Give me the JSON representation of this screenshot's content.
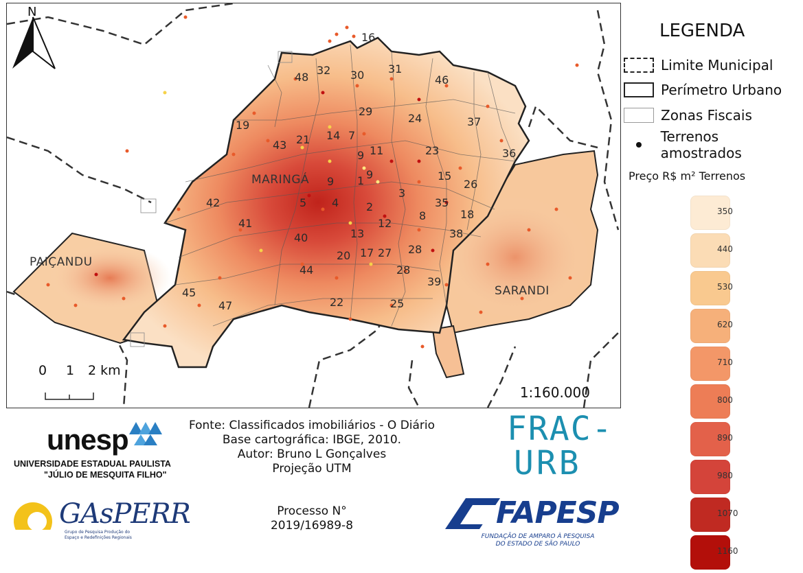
{
  "map": {
    "north_label": "N",
    "cities": [
      "MARINGÁ",
      "PAIÇANDU",
      "SARANDI"
    ],
    "zones": [
      "16",
      "32",
      "30",
      "31",
      "48",
      "46",
      "29",
      "24",
      "37",
      "19",
      "21",
      "14",
      "7",
      "43",
      "11",
      "23",
      "36",
      "9",
      "1",
      "9",
      "15",
      "26",
      "42",
      "5",
      "4",
      "2",
      "3",
      "35",
      "18",
      "41",
      "12",
      "8",
      "40",
      "13",
      "38",
      "28",
      "20",
      "17",
      "27",
      "44",
      "28",
      "39",
      "45",
      "47",
      "22",
      "25",
      "9"
    ],
    "scale_bar": {
      "labels": [
        "0",
        "1",
        "2 km"
      ]
    },
    "scale_ratio": "1:160.000"
  },
  "legend": {
    "title": "LEGENDA",
    "items": [
      {
        "label": "Limite Municipal",
        "symbol": "dashed-box"
      },
      {
        "label": "Perímetro Urbano",
        "symbol": "solid-box"
      },
      {
        "label": "Zonas Fiscais",
        "symbol": "thin-box"
      },
      {
        "label": "Terrenos amostrados",
        "symbol": "dot"
      }
    ],
    "ramp_title": "Preço R$ m² Terrenos",
    "ramp": [
      {
        "value": "350",
        "color": "#fdebd4"
      },
      {
        "value": "440",
        "color": "#fbdcb5"
      },
      {
        "value": "530",
        "color": "#f9c98f"
      },
      {
        "value": "620",
        "color": "#f6b07a"
      },
      {
        "value": "710",
        "color": "#f39768"
      },
      {
        "value": "800",
        "color": "#ed7d56"
      },
      {
        "value": "890",
        "color": "#e3614a"
      },
      {
        "value": "980",
        "color": "#d4443a"
      },
      {
        "value": "1070",
        "color": "#c02a22"
      },
      {
        "value": "1160",
        "color": "#b30f0a"
      }
    ]
  },
  "credits": {
    "lines": [
      "Fonte: Classificados imobiliários - O Diário",
      "Base cartográfica: IBGE, 2010.",
      "Autor: Bruno L Gonçalves",
      "Projeção UTM"
    ],
    "process_lines": [
      "Processo N°",
      "2019/16989-8"
    ]
  },
  "logos": {
    "unesp": {
      "name": "unesp",
      "line1": "UNIVERSIDADE ESTADUAL PAULISTA",
      "line2": "\"JÚLIO DE MESQUITA FILHO\""
    },
    "gasperr": {
      "name": "GAsPERR",
      "sub1": "Grupo de Pesquisa Produção do",
      "sub2": "Espaço e Redefinições Regionais"
    },
    "fracurb": {
      "line1": "FRAC-",
      "line2": "URB"
    },
    "fapesp": {
      "name": "FAPESP",
      "sub1": "FUNDAÇÃO DE AMPARO À PESQUISA",
      "sub2": "DO ESTADO DE SÃO PAULO"
    }
  }
}
